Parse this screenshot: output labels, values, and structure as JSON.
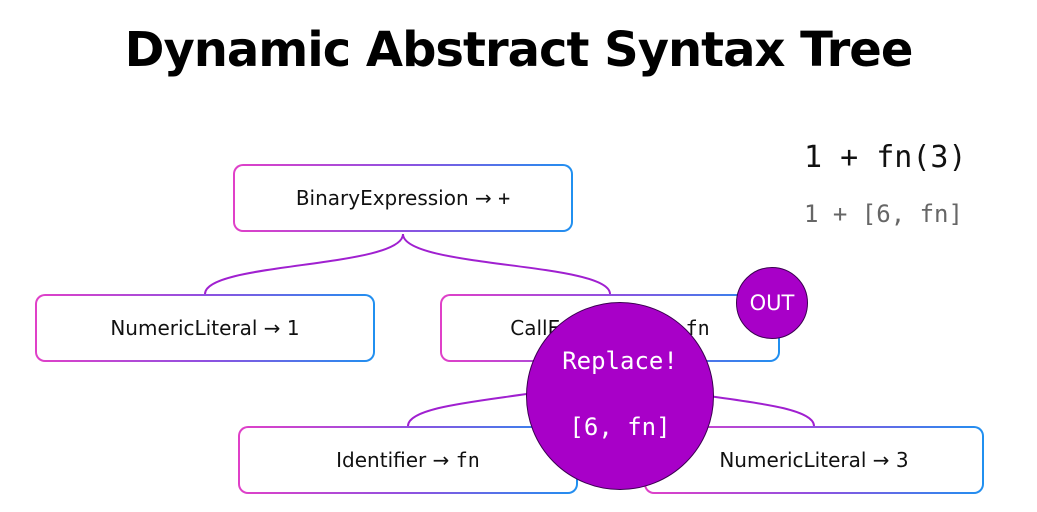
{
  "title": "Dynamic Abstract Syntax Tree",
  "code": {
    "source": "1 + fn(3)",
    "result": "1 + [6, fn]"
  },
  "tree": {
    "root": {
      "type": "BinaryExpression",
      "value": "+"
    },
    "left": {
      "type": "NumericLiteral",
      "value": "1"
    },
    "call": {
      "type": "CallExpression",
      "value": "fn"
    },
    "ident": {
      "type": "Identifier",
      "value": "fn"
    },
    "num3": {
      "type": "NumericLiteral",
      "value": "3"
    }
  },
  "arrow": "→",
  "badge": {
    "label": "OUT"
  },
  "replace": {
    "title": "Replace!",
    "value": "[6, fn]"
  },
  "colors": {
    "accent": "#a800c8",
    "edge": "#a020d0",
    "border_start": "#e040c8",
    "border_end": "#2090f0"
  }
}
